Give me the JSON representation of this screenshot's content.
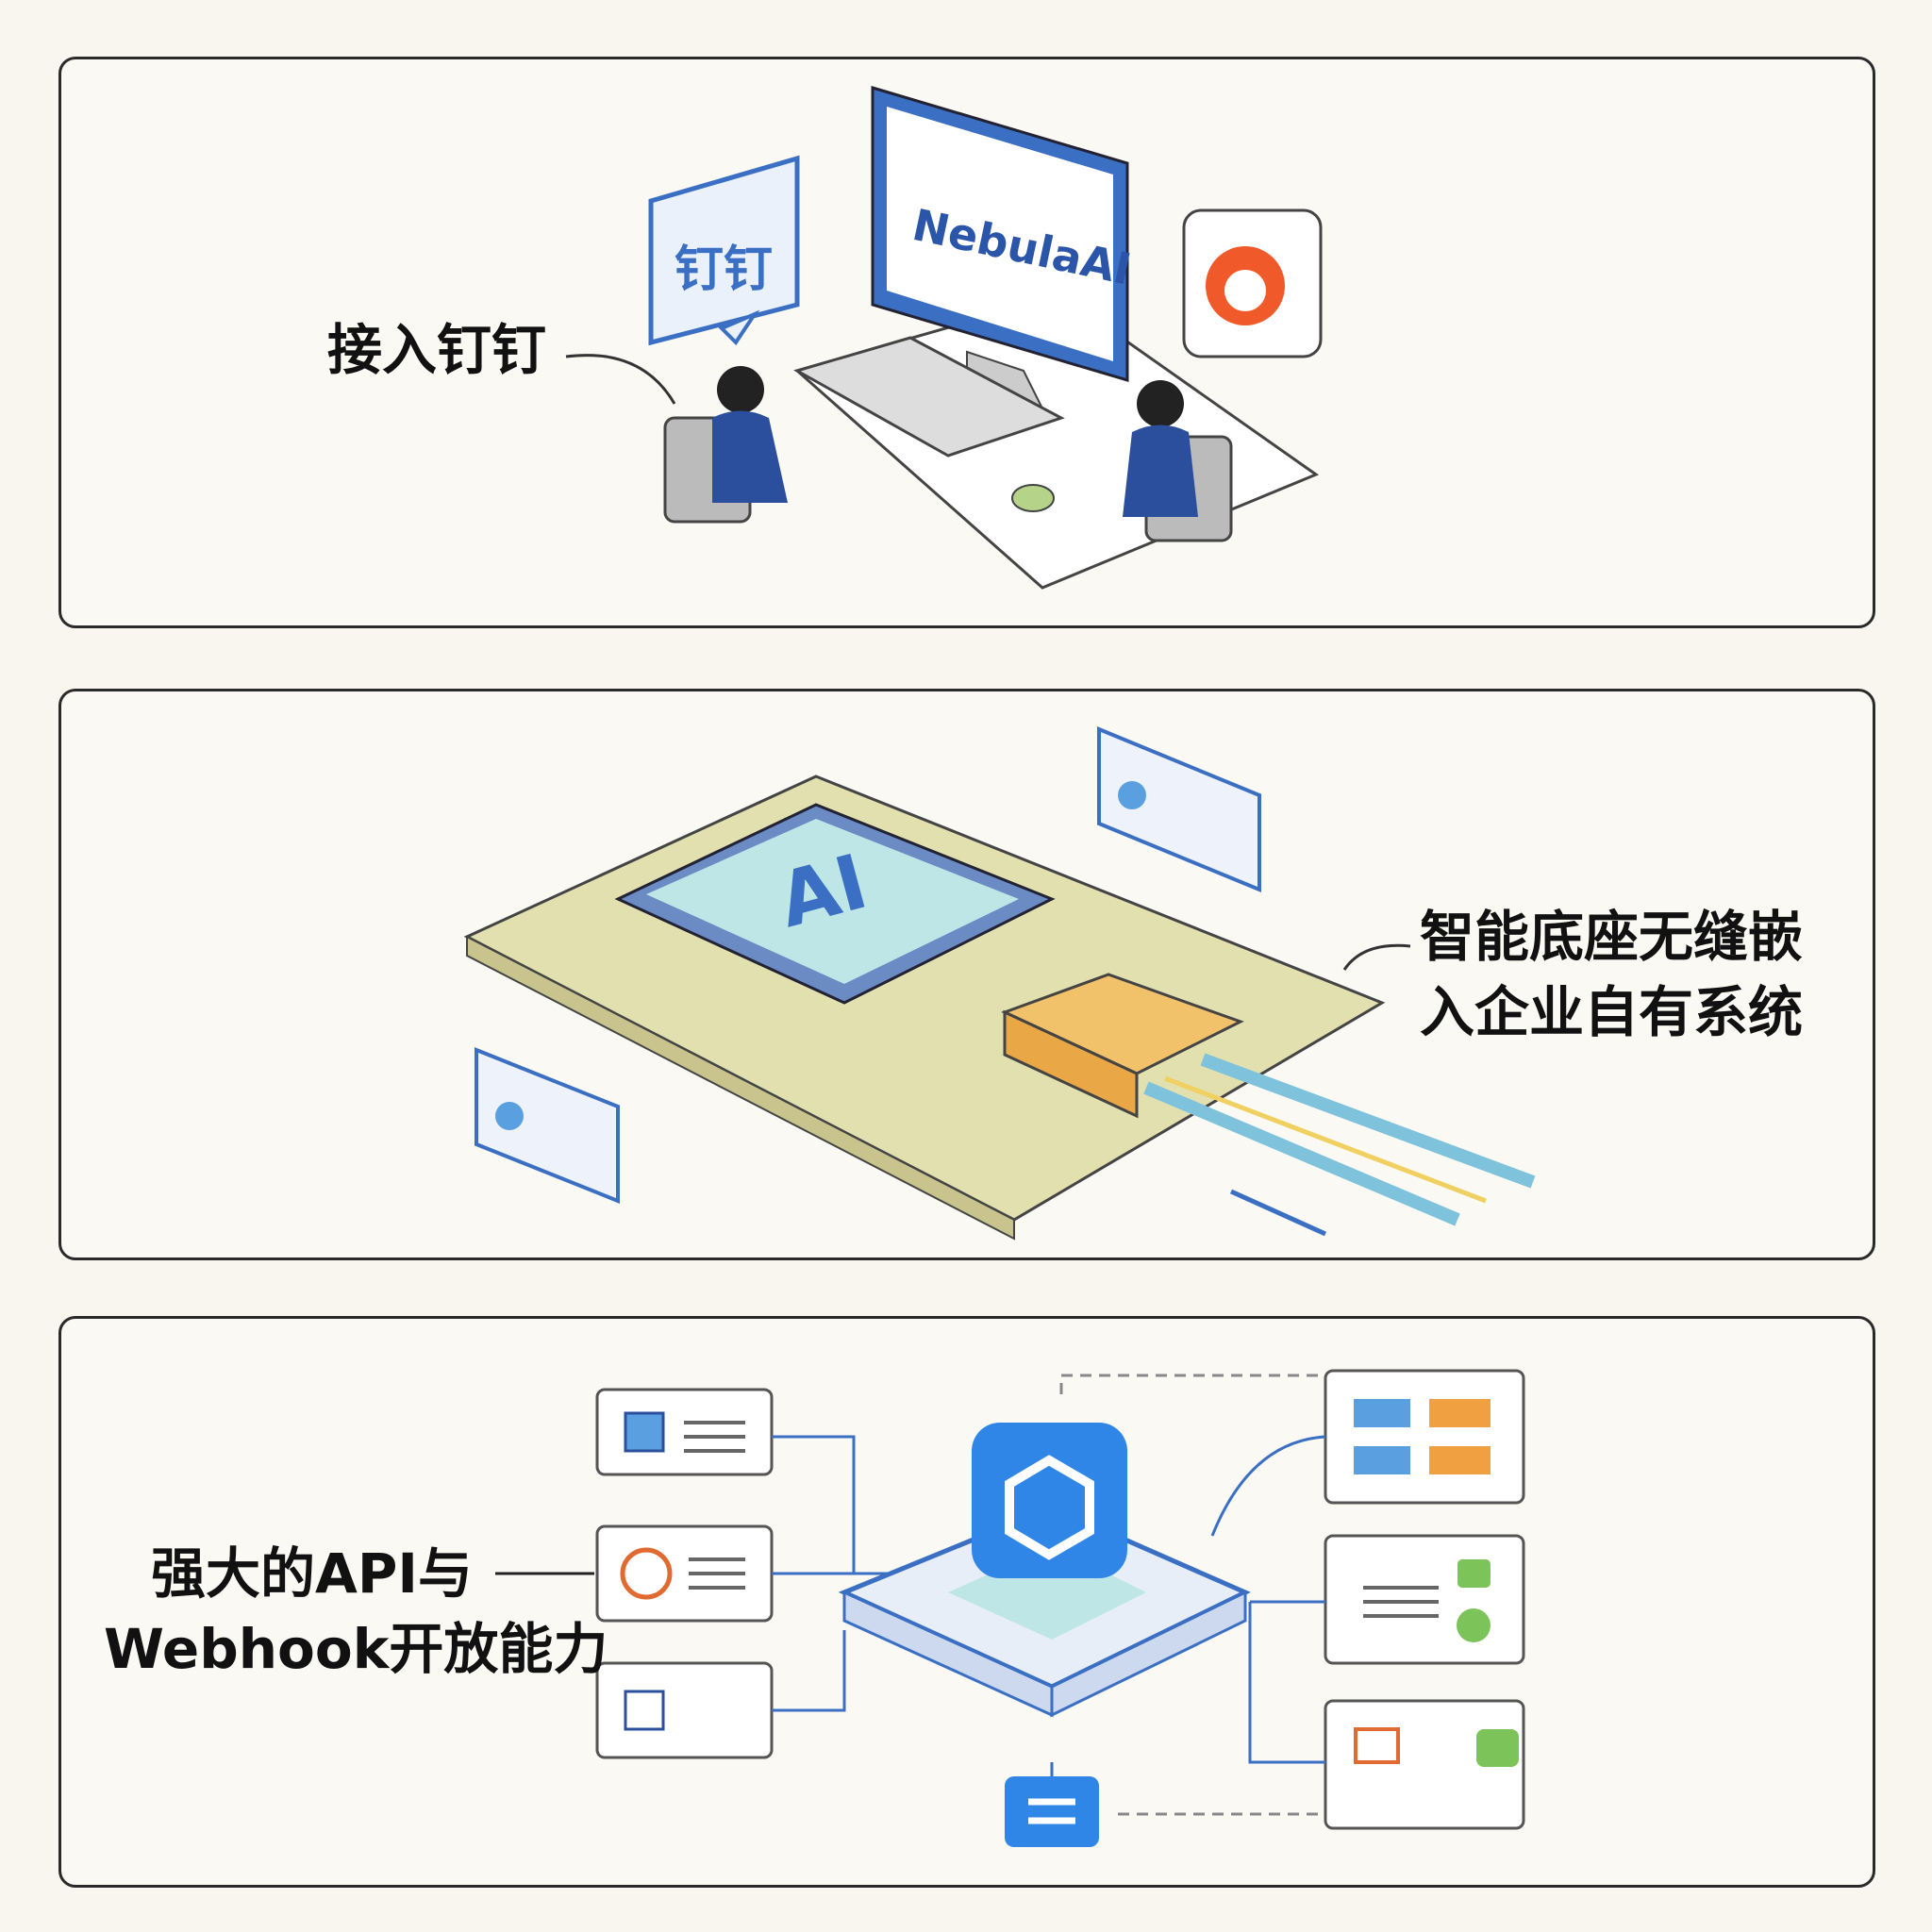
{
  "panels": [
    {
      "caption": "接入钉钉",
      "bubble_left_text": "钉钉",
      "monitor_text": "NebulaAI"
    },
    {
      "caption_line1": "智能底座无缝嵌",
      "caption_line2": "入企业自有系统",
      "chip_text": "AI"
    },
    {
      "caption_line1": "强大的API与",
      "caption_line2": "Webhook开放能力"
    }
  ],
  "colors": {
    "blue": "#3a78d0",
    "dark_blue": "#2b4f9c",
    "orange": "#f0a040",
    "green": "#7cc35a",
    "board": "#e3e0b0"
  }
}
